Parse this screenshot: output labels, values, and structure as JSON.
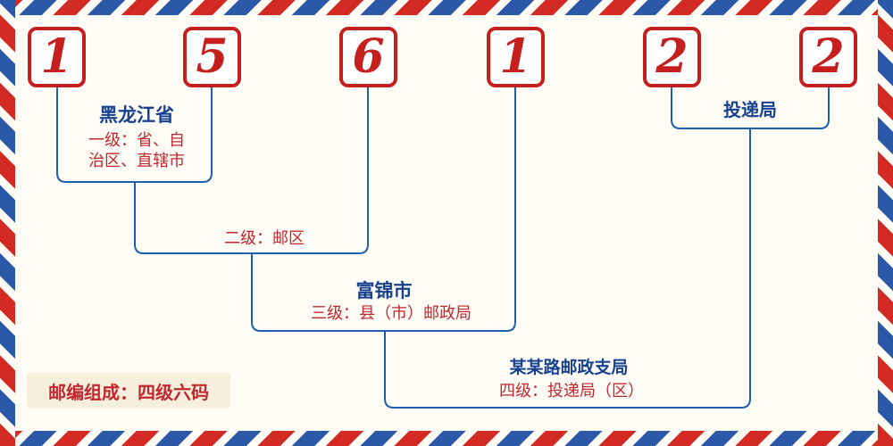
{
  "postal_code": {
    "digits": [
      "1",
      "5",
      "6",
      "1",
      "2",
      "2"
    ]
  },
  "labels": {
    "level1_place": "黑龙江省",
    "level1_desc": "一级：省、自\n治区、直辖市",
    "level2_desc": "二级：邮区",
    "level3_place": "富锦市",
    "level3_desc": "三级：县（市）邮政局",
    "level4_office": "投递局",
    "level4_place": "某某路邮政支局",
    "level4_desc": "四级：投递局（区）",
    "footer_note": "邮编组成：四级六码"
  },
  "colors": {
    "digit_red": "#c5201d",
    "connector_blue": "#1d5fad",
    "place_blue": "#17418f",
    "desc_red": "#c2262e",
    "stripe_red": "#d42a24",
    "stripe_blue": "#2b59a8",
    "note_background": "#f6efdb",
    "page_background": "#fffdf6"
  }
}
